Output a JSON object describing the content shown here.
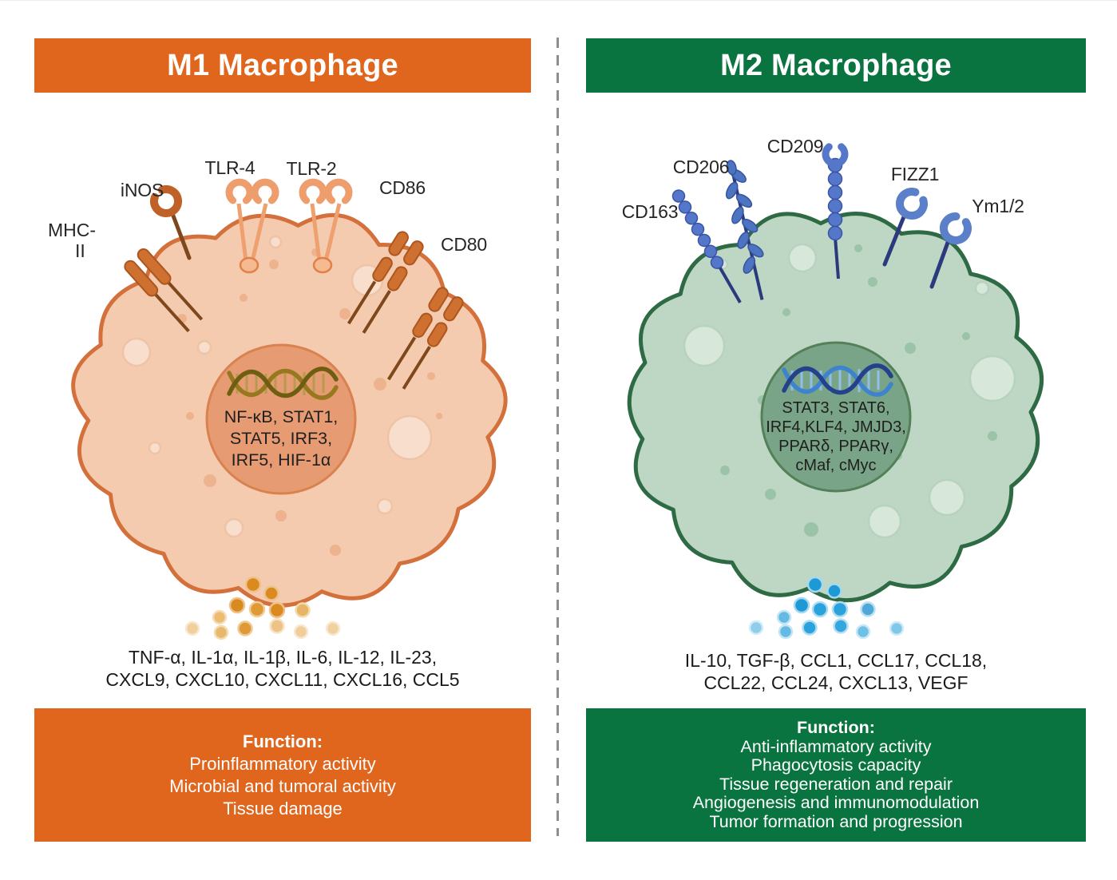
{
  "divider": {
    "color": "#8E8E8E"
  },
  "m1": {
    "title": "M1 Macrophage",
    "colors": {
      "banner": "#E0661E",
      "cell_fill": "#F4CBAE",
      "cell_stroke": "#D4703B",
      "nucleus_fill": "#E79B72",
      "nucleus_stroke": "#D9824F",
      "vesicle_fill": "#F8DECC",
      "vesicle_stroke": "#EFC3A5",
      "granule_fill": "#EDB28E",
      "receptor": "#CE7030",
      "receptor_light": "#EE9D6C",
      "stem": "#7E481C",
      "dna_dark": "#6E5E12",
      "dna_light": "#96781F"
    },
    "receptors": [
      {
        "name": "MHC-II",
        "label": "MHC-",
        "label2": "II",
        "icon": "mhc-class-ii-receptor-icon"
      },
      {
        "name": "iNOS",
        "label": "iNOS",
        "icon": "inos-receptor-icon"
      },
      {
        "name": "TLR-4",
        "label": "TLR-4",
        "icon": "tlr4-receptor-icon"
      },
      {
        "name": "TLR-2",
        "label": "TLR-2",
        "icon": "tlr2-receptor-icon"
      },
      {
        "name": "CD86",
        "label": "CD86",
        "icon": "cd86-receptor-icon"
      },
      {
        "name": "CD80",
        "label": "CD80",
        "icon": "cd80-receptor-icon"
      }
    ],
    "nucleus": {
      "dna_icon": "dna-helix-icon",
      "lines": [
        "NF-κB, STAT1,",
        "STAT5, IRF3,",
        "IRF5, HIF-1α"
      ]
    },
    "secreted": {
      "dots_icon": "secreted-cytokine-dots",
      "lines": [
        "TNF-α, IL-1α, IL-1β, IL-6, IL-12, IL-23,",
        "CXCL9, CXCL10, CXCL11, CXCL16, CCL5"
      ],
      "dots": [
        [
          317,
          731,
          9,
          "#DB8A20",
          "#EDC28C"
        ],
        [
          340,
          742,
          8.5,
          "#DB8A20",
          "#EDC28C"
        ],
        [
          297,
          757,
          9,
          "#D98A1E",
          "#EDC28C"
        ],
        [
          322,
          762,
          9,
          "#E09A35",
          "#F0CD9A"
        ],
        [
          347,
          763,
          9,
          "#DB8A20",
          "#EDC28C"
        ],
        [
          379,
          763,
          8.5,
          "#E8B465",
          "#F3DCB2"
        ],
        [
          275,
          772,
          8,
          "#EBBC72",
          "#F4DFBC"
        ],
        [
          241,
          786,
          8,
          "#F0D09E",
          "#F7E9D2"
        ],
        [
          277,
          791,
          8,
          "#E8B96C",
          "#F3DCB2"
        ],
        [
          307,
          786,
          8.5,
          "#DE9A37",
          "#EFC992"
        ],
        [
          347,
          783,
          8.5,
          "#EFC288",
          "#F6E4C4"
        ],
        [
          377,
          790,
          8,
          "#F0CE9C",
          "#F7E9D2"
        ],
        [
          417,
          786,
          8,
          "#F0D2A2",
          "#F7E9D2"
        ]
      ]
    },
    "function_box": {
      "title": "Function:",
      "lines": [
        "Proinflammatory activity",
        "Microbial and tumoral activity",
        "Tissue damage"
      ]
    }
  },
  "m2": {
    "title": "M2 Macrophage",
    "colors": {
      "banner": "#0A7440",
      "cell_fill": "#BED7C4",
      "cell_stroke": "#2E6B44",
      "nucleus_fill": "#79A487",
      "nucleus_stroke": "#548059",
      "vesicle_fill": "#D7E7DA",
      "vesicle_stroke": "#B7D2BE",
      "granule_fill": "#9AC3A7",
      "receptor": "#5577C9",
      "stem": "#2A3A7C",
      "dna_dark": "#24418C",
      "dna_light": "#3E83CE"
    },
    "receptors": [
      {
        "name": "CD163",
        "label": "CD163",
        "icon": "cd163-receptor-icon"
      },
      {
        "name": "CD206",
        "label": "CD206",
        "icon": "cd206-receptor-icon"
      },
      {
        "name": "CD209",
        "label": "CD209",
        "icon": "cd209-receptor-icon"
      },
      {
        "name": "FIZZ1",
        "label": "FIZZ1",
        "icon": "fizz1-receptor-icon"
      },
      {
        "name": "Ym1/2",
        "label": "Ym1/2",
        "icon": "ym1-2-receptor-icon"
      }
    ],
    "nucleus": {
      "dna_icon": "dna-helix-icon",
      "lines": [
        "STAT3, STAT6,",
        "IRF4,KLF4, JMJD3,",
        "PPARδ, PPARγ,",
        "cMaf, cMyc"
      ]
    },
    "secreted": {
      "dots_icon": "secreted-cytokine-dots",
      "lines": [
        "IL-10, TGF-β, CCL1, CCL17, CCL18,",
        "CCL22, CCL24, CXCL13, VEGF"
      ],
      "dots": [
        [
          1021,
          731,
          9,
          "#1D9AD6",
          "#A7D8EE"
        ],
        [
          1045,
          739,
          8.5,
          "#1D9AD6",
          "#A7D8EE"
        ],
        [
          1004,
          757,
          9,
          "#1D9AD6",
          "#A7D8EE"
        ],
        [
          1027,
          762,
          9,
          "#2AA2DC",
          "#AFDCF0"
        ],
        [
          1052,
          762,
          9,
          "#2AA2DC",
          "#AFDCF0"
        ],
        [
          1087,
          762,
          8.5,
          "#4FA8D8",
          "#BCE0F0"
        ],
        [
          982,
          772,
          8,
          "#63BBE4",
          "#C4E5F4"
        ],
        [
          947,
          785,
          8,
          "#8FCDEC",
          "#D3EDF8"
        ],
        [
          984,
          790,
          8,
          "#63BBE4",
          "#C4E5F4"
        ],
        [
          1014,
          785,
          8.5,
          "#2AA2DC",
          "#AFDCF0"
        ],
        [
          1053,
          783,
          8.5,
          "#35A6DE",
          "#B4DEF2"
        ],
        [
          1081,
          790,
          8,
          "#6FC0E6",
          "#C9E8F5"
        ],
        [
          1123,
          786,
          8,
          "#7FC8EA",
          "#CFEBF7"
        ]
      ]
    },
    "function_box": {
      "title": "Function:",
      "lines": [
        "Anti-inflammatory activity",
        "Phagocytosis capacity",
        "Tissue regeneration and repair",
        "Angiogenesis and immunomodulation",
        "Tumor formation and progression"
      ]
    }
  }
}
